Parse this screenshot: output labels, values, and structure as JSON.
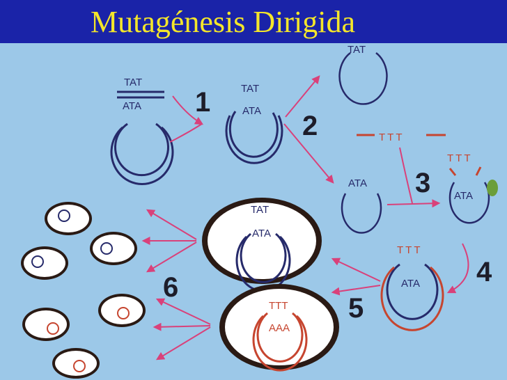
{
  "title": "Mutagénesis Dirigida",
  "steps": [
    "1",
    "2",
    "3",
    "4",
    "5",
    "6"
  ],
  "sequences": {
    "original_top": "TAT",
    "original_bottom": "ATA",
    "single_strand": "ATA",
    "primer": "TTT",
    "mutant_top": "TTT",
    "mutant_bottom": "AAA"
  },
  "colors": {
    "background": "#9cc8e8",
    "title_bar": "#1a23a8",
    "title_text": "#f4e62a",
    "dna_blue": "#262a6a",
    "dna_red": "#c6452f",
    "arrow": "#d9417a",
    "polymerase": "#6b9e3a"
  }
}
